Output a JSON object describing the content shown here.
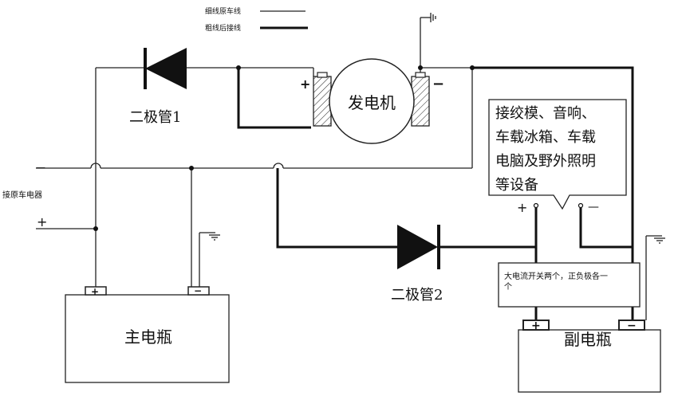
{
  "legend": {
    "thin_label": "细线原车线",
    "thick_label": "粗线后接线"
  },
  "labels": {
    "diode1": "二极管1",
    "diode2": "二极管2",
    "generator": "发电机",
    "original_devices": "接原车电器",
    "main_battery": "主电瓶",
    "aux_battery": "副电瓶",
    "callout_lines": [
      "接绞模、音响、",
      "车载冰箱、车载",
      "电脑及野外照明",
      "等设备"
    ],
    "switch_lines": [
      "大电流开关两个，正负极各一",
      "个"
    ],
    "minus_left": "—",
    "plus_left": "+",
    "callout_plus": "+",
    "callout_minus": "—",
    "gen_plus": "+",
    "gen_minus": "−",
    "main_plus": "+",
    "main_minus": "−",
    "aux_plus": "+",
    "aux_minus": "−"
  }
}
